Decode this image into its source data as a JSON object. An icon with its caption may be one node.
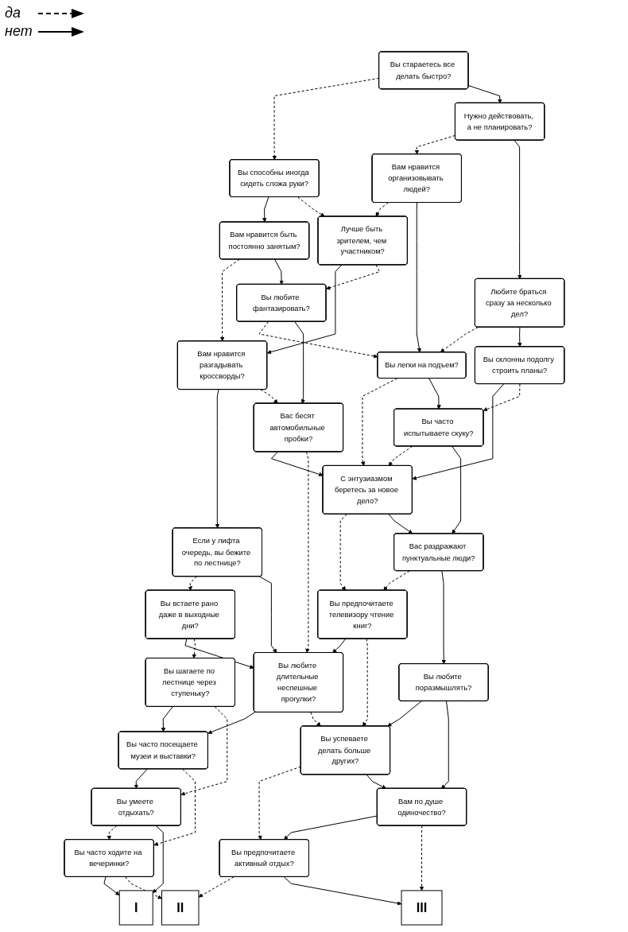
{
  "diagram": {
    "nodes": [
      {
        "text": [
          "Вы стараетесь все делать быстро?"
        ]
      },
      {
        "text": [
          "Вы способны иногда сидеть сложа руки?"
        ]
      },
      {
        "text": [
          "Нужно действовать, а не планировать?"
        ]
      },
      {
        "text": [
          "Вам нравится быть постоянно занятым?"
        ]
      },
      {
        "text": [
          "Лучше быть зрителем, чем участником?"
        ]
      },
      {
        "text": [
          "Вам нравится организовывать людей?"
        ]
      },
      {
        "text": [
          "Любите браться сразу за несколько дел?"
        ]
      },
      {
        "text": [
          "Вам нравится разгадывать кроссворды?"
        ]
      },
      {
        "text": [
          "Вы любите фантазировать?"
        ]
      },
      {
        "text": [
          "Вы легки на подъем?"
        ]
      },
      {
        "text": [
          "Вы склонны подолгу строить планы?"
        ]
      },
      {
        "text": [
          "Если у лифта очередь, вы бежите по лестнице?"
        ]
      },
      {
        "text": [
          "Вас бесят автомобильные пробки?"
        ]
      },
      {
        "text": [
          "С энтузиазмом беретесь за новое дело?"
        ]
      },
      {
        "text": [
          "Вы часто испытываете скуку?"
        ]
      },
      {
        "text": [
          "Вы встаете рано даже в выходные дни?"
        ]
      },
      {
        "text": [
          "Вы любите длительные неспешные прогулки?"
        ]
      },
      {
        "text": [
          "Вы предпочитаете телевизору чтение книг?"
        ]
      },
      {
        "text": [
          "Вас раздражают пунктуальные люди?"
        ]
      },
      {
        "text": [
          "Вы шагаете по лестнице через ступеньку?"
        ]
      },
      {
        "text": [
          "Вы часто посещаете музеи и выставки?"
        ]
      },
      {
        "text": [
          "Вы успеваете делать больше других?"
        ]
      },
      {
        "text": [
          "Вы любите поразмышлять?"
        ]
      },
      {
        "text": [
          "Вы умеете отдыхать?"
        ]
      },
      {
        "text": [
          "Вы часто ходите на вечеринки?"
        ]
      },
      {
        "text": [
          "Вы предпочитаете активный отдых?"
        ]
      },
      {
        "text": [
          "Вам по душе одиночество?"
        ]
      },
      {
        "text": [
          "I"
        ]
      },
      {
        "text": [
          "II"
        ]
      },
      {
        "text": [
          "III"
        ]
      }
    ],
    "edges": [
      {
        "from": 0,
        "to": 1,
        "arrow": "to",
        "style": "dashed"
      },
      {
        "from": 0,
        "to": 2,
        "arrow": "to"
      },
      {
        "from": 1,
        "to": 3,
        "arrow": "to"
      },
      {
        "from": 1,
        "to": 4,
        "arrow": "to",
        "style": "dashed"
      },
      {
        "from": 2,
        "to": 5,
        "arrow": "to",
        "style": "dashed"
      },
      {
        "from": 2,
        "to": 6,
        "arrow": "to"
      },
      {
        "from": 5,
        "to": 4,
        "arrow": "to",
        "style": "dashed"
      },
      {
        "from": 3,
        "to": 7,
        "arrow": "to",
        "style": "dashed"
      },
      {
        "from": 3,
        "to": 8,
        "arrow": "to"
      },
      {
        "from": 4,
        "to": 7,
        "arrow": "to"
      },
      {
        "from": 4,
        "to": 8,
        "arrow": "to",
        "style": "dashed"
      },
      {
        "from": 5,
        "to": 9,
        "arrow": "to"
      },
      {
        "from": 6,
        "to": 9,
        "arrow": "to",
        "style": "dashed"
      },
      {
        "from": 6,
        "to": 10,
        "arrow": "to"
      },
      {
        "from": 8,
        "to": 9,
        "arrow": "to",
        "style": "dashed"
      },
      {
        "from": 7,
        "to": 11,
        "arrow": "to"
      },
      {
        "from": 7,
        "to": 12,
        "arrow": "to",
        "style": "dashed"
      },
      {
        "from": 8,
        "to": 12,
        "arrow": "to"
      },
      {
        "from": 9,
        "to": 13,
        "arrow": "to",
        "style": "dashed"
      },
      {
        "from": 9,
        "to": 14,
        "arrow": "to"
      },
      {
        "from": 10,
        "to": 13,
        "arrow": "to"
      },
      {
        "from": 10,
        "to": 14,
        "arrow": "to",
        "style": "dashed"
      },
      {
        "from": 12,
        "to": 13,
        "arrow": "to"
      },
      {
        "from": 14,
        "to": 13,
        "arrow": "to",
        "style": "dashed"
      },
      {
        "from": 11,
        "to": 15,
        "arrow": "to",
        "style": "dashed"
      },
      {
        "from": 11,
        "to": 16,
        "arrow": "to"
      },
      {
        "from": 12,
        "to": 16,
        "arrow": "to",
        "style": "dashed"
      },
      {
        "from": 13,
        "to": 17,
        "arrow": "to",
        "style": "dashed"
      },
      {
        "from": 13,
        "to": 18,
        "arrow": "to"
      },
      {
        "from": 14,
        "to": 18,
        "arrow": "to"
      },
      {
        "from": 15,
        "to": 16,
        "arrow": "to"
      },
      {
        "from": 17,
        "to": 16,
        "arrow": "to"
      },
      {
        "from": 18,
        "to": 17,
        "arrow": "to",
        "style": "dashed"
      },
      {
        "from": 15,
        "to": 19,
        "arrow": "to",
        "style": "dashed"
      },
      {
        "from": 16,
        "to": 20,
        "arrow": "to"
      },
      {
        "from": 16,
        "to": 21,
        "arrow": "to",
        "style": "dashed"
      },
      {
        "from": 17,
        "to": 21,
        "arrow": "to",
        "style": "dashed"
      },
      {
        "from": 18,
        "to": 22,
        "arrow": "to"
      },
      {
        "from": 19,
        "to": 20,
        "arrow": "to"
      },
      {
        "from": 22,
        "to": 21,
        "arrow": "to"
      },
      {
        "from": 19,
        "to": 23,
        "arrow": "to",
        "style": "dashed"
      },
      {
        "from": 20,
        "to": 23,
        "arrow": "to"
      },
      {
        "from": 20,
        "to": 24,
        "arrow": "to",
        "style": "dashed"
      },
      {
        "from": 21,
        "to": 25,
        "arrow": "to",
        "style": "dashed"
      },
      {
        "from": 21,
        "to": 26,
        "arrow": "to"
      },
      {
        "from": 22,
        "to": 26,
        "arrow": "to"
      },
      {
        "from": 23,
        "to": 24,
        "arrow": "to",
        "style": "dashed"
      },
      {
        "from": 26,
        "to": 25,
        "arrow": "to"
      },
      {
        "from": 23,
        "to": 27,
        "arrow": "to"
      },
      {
        "from": 24,
        "to": 27,
        "arrow": "to"
      },
      {
        "from": 24,
        "to": 28,
        "arrow": "to",
        "style": "dashed"
      },
      {
        "from": 25,
        "to": 28,
        "arrow": "to",
        "style": "dashed"
      },
      {
        "from": 25,
        "to": 29,
        "arrow": "to"
      },
      {
        "from": 26,
        "to": 29,
        "arrow": "to",
        "style": "dashed"
      }
    ],
    "legend": [
      {
        "text": "да"
      },
      {
        "text": "нет"
      }
    ]
  }
}
